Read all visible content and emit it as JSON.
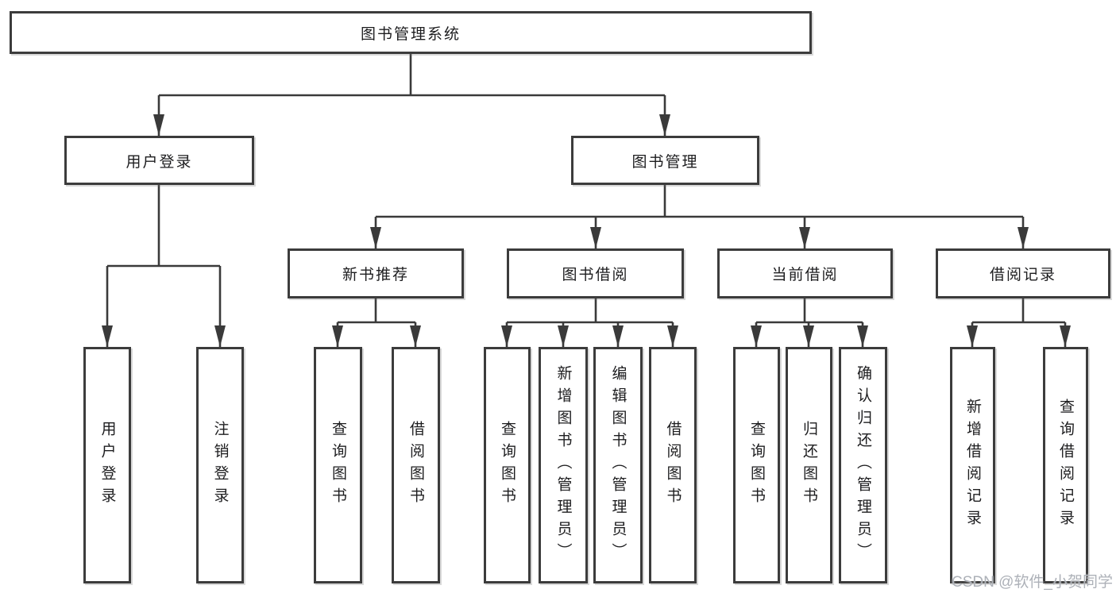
{
  "tree": {
    "label": "图书管理系统",
    "children": [
      {
        "label": "用户登录",
        "children": [
          {
            "label": "用户登录"
          },
          {
            "label": "注销登录"
          }
        ]
      },
      {
        "label": "图书管理",
        "children": [
          {
            "label": "新书推荐",
            "children": [
              {
                "label": "查询图书"
              },
              {
                "label": "借阅图书"
              }
            ]
          },
          {
            "label": "图书借阅",
            "children": [
              {
                "label": "查询图书"
              },
              {
                "label": "新增图书（管理员）"
              },
              {
                "label": "编辑图书（管理员）"
              },
              {
                "label": "借阅图书"
              }
            ]
          },
          {
            "label": "当前借阅",
            "children": [
              {
                "label": "查询图书"
              },
              {
                "label": "归还图书"
              },
              {
                "label": "确认归还（管理员）"
              }
            ]
          },
          {
            "label": "借阅记录",
            "children": [
              {
                "label": "新增借阅记录"
              },
              {
                "label": "查询借阅记录"
              }
            ]
          }
        ]
      }
    ]
  },
  "watermark": {
    "text": "CSDN @软件_小贺同学"
  },
  "colors": {
    "box_border": "#3c3c3c",
    "connector": "#3a3a3a",
    "text": "#1d1d1f",
    "watermark": "#adb1b8",
    "background": "#ffffff"
  }
}
